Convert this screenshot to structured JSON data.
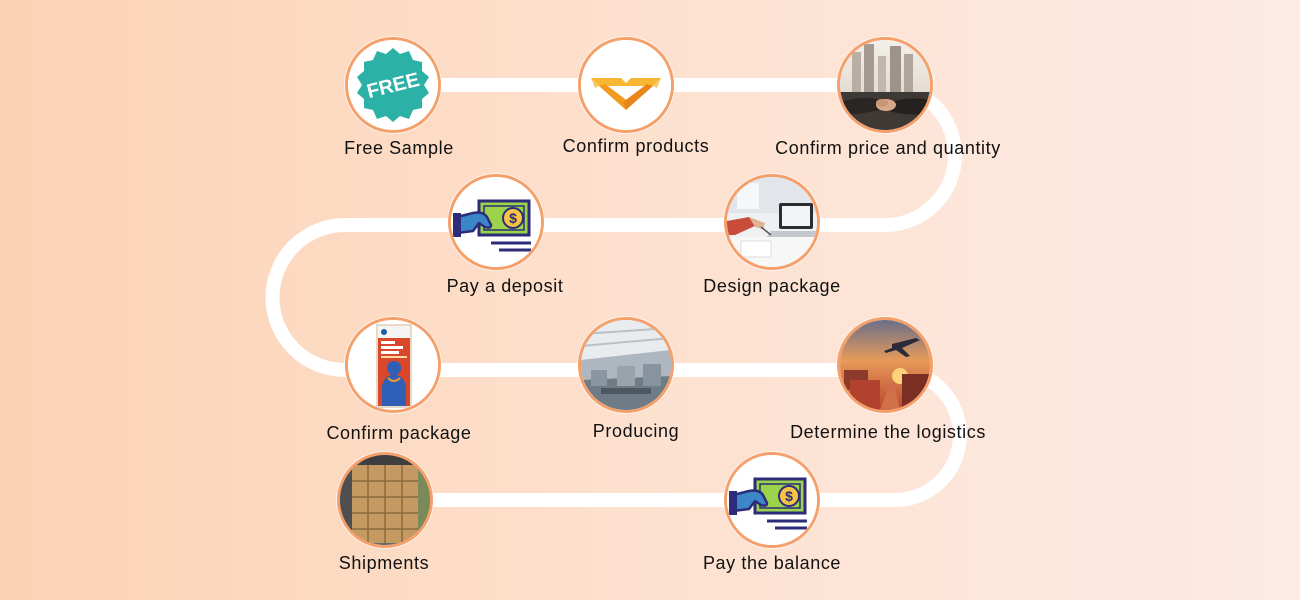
{
  "steps": [
    {
      "label": "Free Sample",
      "icon": "free-badge-icon",
      "badge_text": "FREE"
    },
    {
      "label": "Confirm products",
      "icon": "product-box-icon"
    },
    {
      "label": "Confirm price and quantity",
      "icon": "handshake-icon"
    },
    {
      "label": "Design package",
      "icon": "laptop-design-icon"
    },
    {
      "label": "Pay a deposit",
      "icon": "money-hand-icon"
    },
    {
      "label": "Confirm package",
      "icon": "package-box-icon"
    },
    {
      "label": "Producing",
      "icon": "factory-icon"
    },
    {
      "label": "Determine the logistics",
      "icon": "airplane-logistics-icon"
    },
    {
      "label": "Pay the balance",
      "icon": "money-hand-icon"
    },
    {
      "label": "Shipments",
      "icon": "cartons-shipment-icon"
    }
  ],
  "colors": {
    "ring": "#f5a06a",
    "path": "#ffffff",
    "teal": "#2bb1a5",
    "orange": "#f39a1e",
    "money_green": "#9bd44a",
    "money_navy": "#2c2c7a"
  }
}
